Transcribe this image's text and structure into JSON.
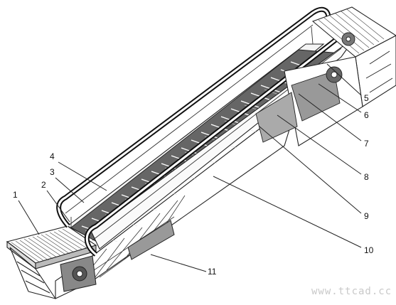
{
  "diagram": {
    "callouts": [
      {
        "id": "1",
        "label": "1"
      },
      {
        "id": "2",
        "label": "2"
      },
      {
        "id": "3",
        "label": "3"
      },
      {
        "id": "4",
        "label": "4"
      },
      {
        "id": "5",
        "label": "5"
      },
      {
        "id": "6",
        "label": "6"
      },
      {
        "id": "7",
        "label": "7"
      },
      {
        "id": "8",
        "label": "8"
      },
      {
        "id": "9",
        "label": "9"
      },
      {
        "id": "10",
        "label": "10"
      },
      {
        "id": "11",
        "label": "11"
      }
    ],
    "watermark": "www.ttcad.cc",
    "colors": {
      "ink": "#222222",
      "shade": "#555555",
      "background": "#ffffff",
      "watermark": "#c9c9c9"
    }
  }
}
